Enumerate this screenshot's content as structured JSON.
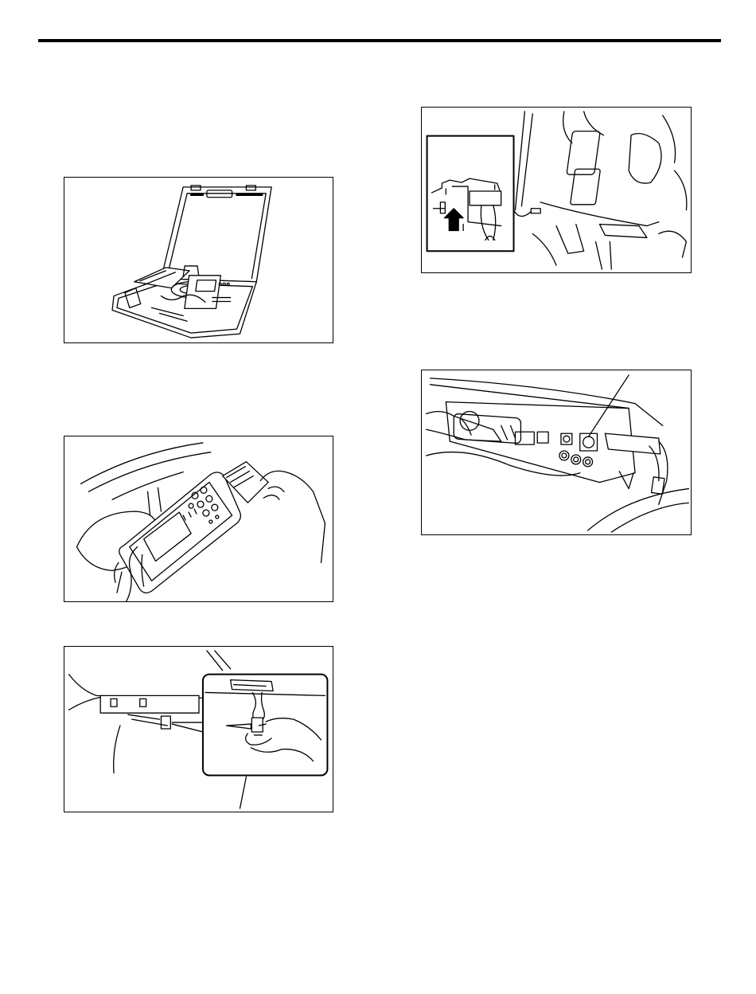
{
  "page": {
    "figures": [
      {
        "id": "fig1",
        "subject": "tester-carrying-case-open-illustration"
      },
      {
        "id": "fig2",
        "subject": "handheld-tester-inserting-pc-card-illustration"
      },
      {
        "id": "fig3",
        "subject": "diagnostic-connector-under-dash-detail-illustration"
      },
      {
        "id": "fig4",
        "subject": "under-dash-connector-location-arrow-illustration"
      },
      {
        "id": "fig5",
        "subject": "tester-side-panel-ports-illustration"
      }
    ]
  }
}
